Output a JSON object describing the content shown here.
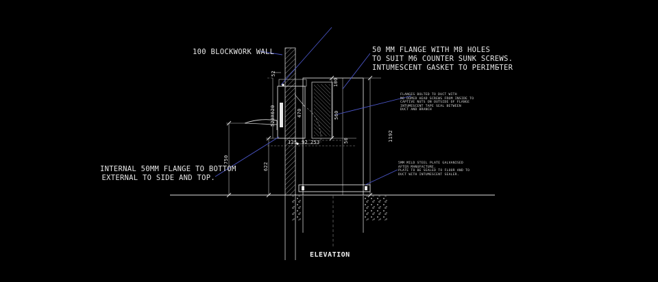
{
  "labels": {
    "blockwork": "100 BLOCKWORK WALL",
    "flange_top": [
      "50 MM FLANGE WITH M8 HOLES",
      "TO SUIT M6 COUNTER SUNK SCREWS.",
      "INTUMESCENT GASKET TO PERIMETER"
    ],
    "flange_note": [
      "FLANGES BOLTED TO DUCT WITH",
      "M6 DOMED HEAD SCREWS FROM INSIDE TO",
      "CAPTIVE NUTS ON OUTSIDE OF FLANGE",
      "INTUMESCENT TAPE SEAL BETWEEN",
      "DUCT AND BRANCH"
    ],
    "plate_note": [
      "5mm MILD STEEL PLATE GALVANISED",
      "AFTER MANUFACTURE.",
      "PLATE TO BE SEALED TO FLOOR AND TO",
      "DUCT WITH INTUMESCENT SEALER."
    ],
    "internal_flange": [
      "INTERNAL 50mm FLANGE TO BOTTOM",
      "EXTERNAL TO SIDE AND TOP."
    ],
    "title": "ELEVATION"
  },
  "dimensions": {
    "d52": "52",
    "d520": "520X620",
    "d470": "470",
    "d100": "100",
    "d560": "560",
    "d50": "50",
    "d1192": "1192",
    "d750": "750",
    "d622": "622",
    "d125": "125",
    "d92": "92",
    "d253": "253"
  }
}
